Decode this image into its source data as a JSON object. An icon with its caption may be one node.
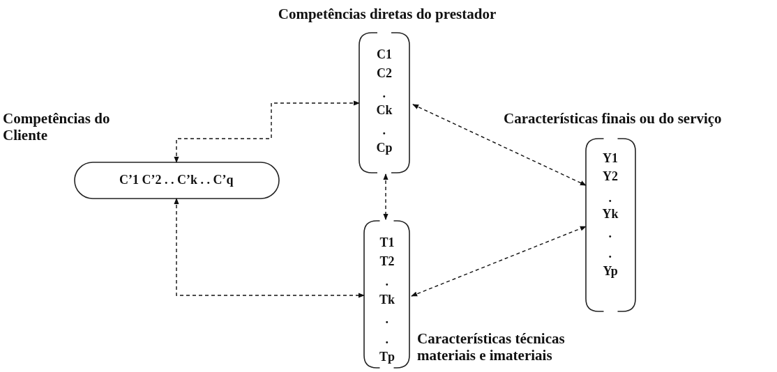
{
  "diagram": {
    "nodes": [
      {
        "text": [
          "Competências diretas do prestador",
          "C1",
          "C2",
          ".",
          "Ck",
          ".",
          "Cp"
        ]
      },
      {
        "text": [
          "Competências do Cliente",
          "C’1 C’2 . . C’k . . C’q"
        ]
      },
      {
        "text": [
          "Características técnicas materiais e imateriais",
          "T1",
          "T2",
          ".",
          "Tk",
          ".",
          ".",
          "Tp"
        ]
      },
      {
        "text": [
          "Características finais ou do serviço",
          "Y1",
          "Y2",
          ".",
          "Yk",
          ".",
          ".",
          "Yp"
        ]
      }
    ],
    "edges": [
      {
        "from": 1,
        "to": 0,
        "arrow": "both",
        "style": "dashed"
      },
      {
        "from": 1,
        "to": 2,
        "arrow": "both",
        "style": "dashed"
      },
      {
        "from": 0,
        "to": 2,
        "arrow": "both",
        "style": "dashed"
      },
      {
        "from": 0,
        "to": 3,
        "arrow": "both",
        "style": "dashed"
      },
      {
        "from": 2,
        "to": 3,
        "arrow": "both",
        "style": "dashed"
      }
    ]
  }
}
